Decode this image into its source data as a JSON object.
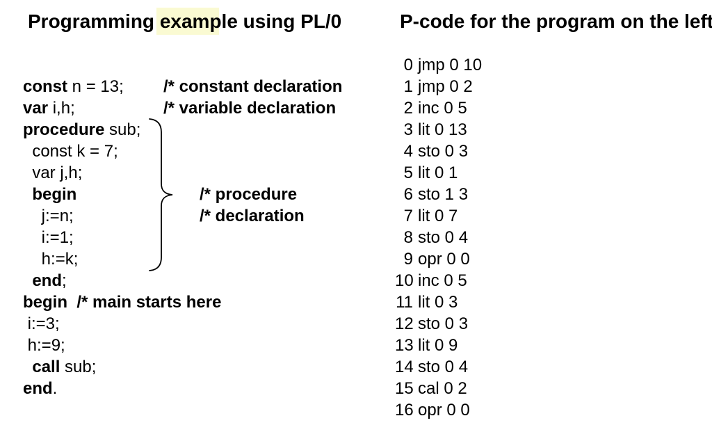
{
  "title_left": {
    "pre": "Programming ",
    "highlight": "exam",
    "post": "ple using PL/0"
  },
  "title_right": "P-code for the program on the left",
  "highlight_color": "#FAFAD2",
  "code": {
    "lines": [
      {
        "b1": "const",
        "p1": " n = 13;",
        "comment": "/* constant declaration"
      },
      {
        "b1": "var",
        "p1": " i,h;",
        "comment": "/* variable declaration"
      },
      {
        "b1": "procedure",
        "p1": " sub;"
      },
      {
        "p0": "  const k = 7;"
      },
      {
        "p0": "  var j,h;"
      },
      {
        "b1": "  begin",
        "comment": "/* procedure"
      },
      {
        "p0": "    j:=n;",
        "comment": "/* declaration"
      },
      {
        "p0": "    i:=1;"
      },
      {
        "p0": "    h:=k;"
      },
      {
        "b1": "  end",
        "p1": ";"
      },
      {
        "b1": "begin  /* main starts here"
      },
      {
        "p0": " i:=3;"
      },
      {
        "p0": " h:=9;"
      },
      {
        "p0": "  ",
        "b1": "call",
        "p1": " sub;"
      },
      {
        "b1": "end",
        "p1": "."
      }
    ]
  },
  "pcode": {
    "lines": [
      {
        "n": "0",
        "t": "jmp 0 10"
      },
      {
        "n": "1",
        "t": "jmp 0 2"
      },
      {
        "n": "2",
        "t": "inc 0 5"
      },
      {
        "n": "3",
        "t": "lit 0 13"
      },
      {
        "n": "4",
        "t": "sto 0 3"
      },
      {
        "n": "5",
        "t": "lit 0 1"
      },
      {
        "n": "6",
        "t": "sto 1 3"
      },
      {
        "n": "7",
        "t": "lit 0 7"
      },
      {
        "n": "8",
        "t": "sto 0 4"
      },
      {
        "n": "9",
        "t": "opr 0 0"
      },
      {
        "n": "10",
        "t": "inc 0 5"
      },
      {
        "n": "11",
        "t": "lit 0 3"
      },
      {
        "n": "12",
        "t": "sto 0 3"
      },
      {
        "n": "13",
        "t": "lit 0 9"
      },
      {
        "n": "14",
        "t": "sto 0 4"
      },
      {
        "n": "15",
        "t": "cal 0 2"
      },
      {
        "n": "16",
        "t": "opr 0 0"
      }
    ]
  }
}
